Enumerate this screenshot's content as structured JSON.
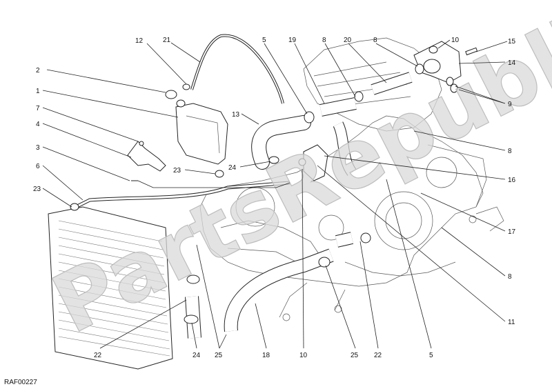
{
  "watermark": "PartsRepublik",
  "footer_code": "RAF00227",
  "callouts": [
    {
      "id": "c2",
      "text": "2"
    },
    {
      "id": "c1",
      "text": "1"
    },
    {
      "id": "c7",
      "text": "7"
    },
    {
      "id": "c4",
      "text": "4"
    },
    {
      "id": "c3",
      "text": "3"
    },
    {
      "id": "c6",
      "text": "6"
    },
    {
      "id": "c23a",
      "text": "23"
    },
    {
      "id": "c12",
      "text": "12"
    },
    {
      "id": "c21",
      "text": "21"
    },
    {
      "id": "c13",
      "text": "13"
    },
    {
      "id": "c23b",
      "text": "23"
    },
    {
      "id": "c24a",
      "text": "24"
    },
    {
      "id": "c5a",
      "text": "5"
    },
    {
      "id": "c19",
      "text": "19"
    },
    {
      "id": "c8a",
      "text": "8"
    },
    {
      "id": "c20",
      "text": "20"
    },
    {
      "id": "c8b",
      "text": "8"
    },
    {
      "id": "c10a",
      "text": "10"
    },
    {
      "id": "c15",
      "text": "15"
    },
    {
      "id": "c14",
      "text": "14"
    },
    {
      "id": "c9",
      "text": "9"
    },
    {
      "id": "c8c",
      "text": "8"
    },
    {
      "id": "c16",
      "text": "16"
    },
    {
      "id": "c17",
      "text": "17"
    },
    {
      "id": "c8d",
      "text": "8"
    },
    {
      "id": "c11",
      "text": "11"
    },
    {
      "id": "c22a",
      "text": "22"
    },
    {
      "id": "c24b",
      "text": "24"
    },
    {
      "id": "c25a",
      "text": "25"
    },
    {
      "id": "c18",
      "text": "18"
    },
    {
      "id": "c10b",
      "text": "10"
    },
    {
      "id": "c25b",
      "text": "25"
    },
    {
      "id": "c22b",
      "text": "22"
    },
    {
      "id": "c5b",
      "text": "5"
    }
  ]
}
